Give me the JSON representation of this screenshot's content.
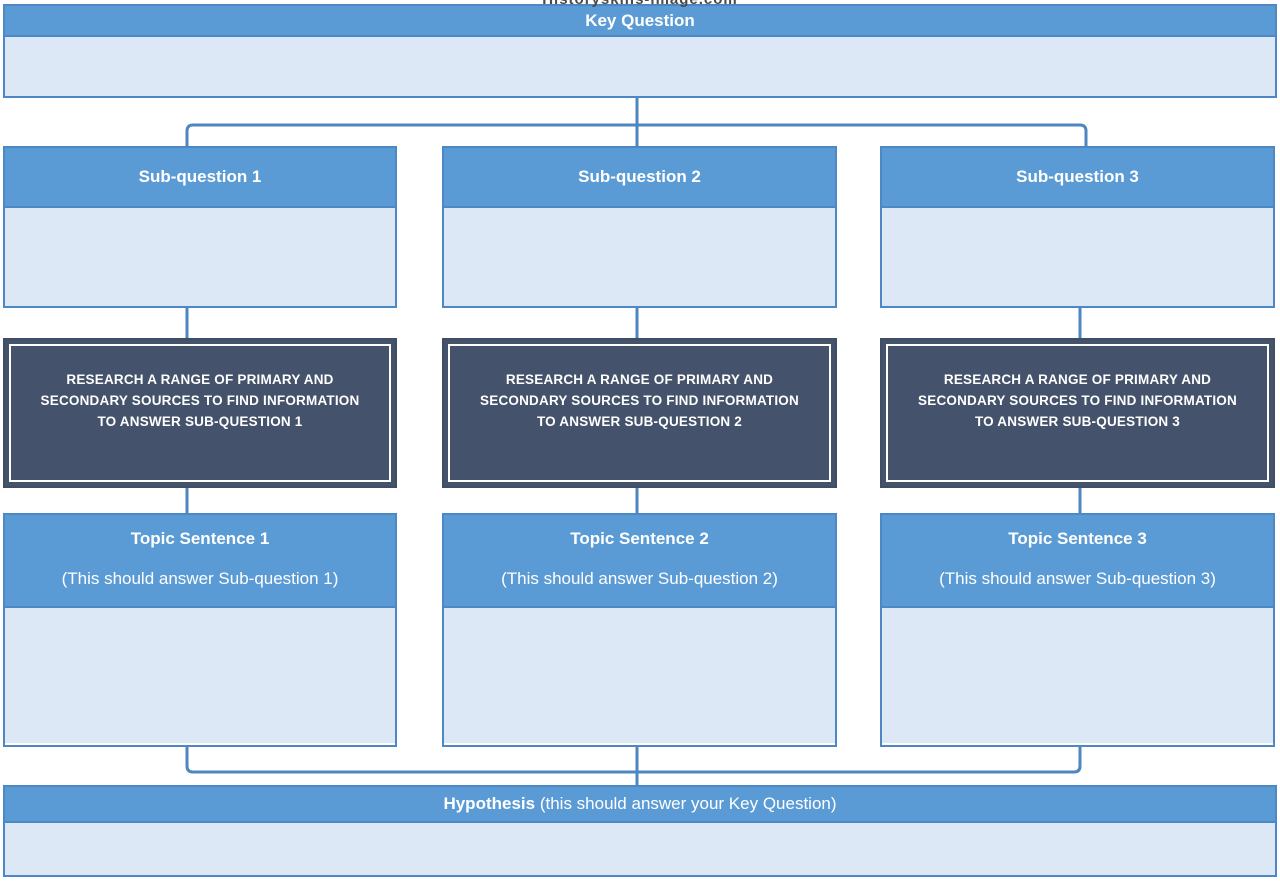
{
  "watermark": "Historyskills-image.com",
  "key_question": {
    "title": "Key Question"
  },
  "columns": [
    {
      "sub_question": "Sub-question 1",
      "research": "RESEARCH A RANGE OF PRIMARY AND SECONDARY SOURCES TO FIND INFORMATION TO ANSWER SUB-QUESTION 1",
      "topic_title": "Topic Sentence 1",
      "topic_note": "(This should answer Sub-question 1)"
    },
    {
      "sub_question": "Sub-question 2",
      "research": "RESEARCH A RANGE OF PRIMARY AND SECONDARY SOURCES TO FIND INFORMATION TO ANSWER SUB-QUESTION 2",
      "topic_title": "Topic Sentence 2",
      "topic_note": "(This should answer Sub-question 2)"
    },
    {
      "sub_question": "Sub-question 3",
      "research": "RESEARCH A RANGE OF PRIMARY AND SECONDARY SOURCES TO FIND INFORMATION TO ANSWER SUB-QUESTION 3",
      "topic_title": "Topic Sentence 3",
      "topic_note": "(This should answer Sub-question 3)"
    }
  ],
  "hypothesis": {
    "title": "Hypothesis",
    "note": "(this should answer your Key Question)"
  },
  "colors": {
    "header_blue": "#5b9bd5",
    "panel_fill": "#dce8f5",
    "panel_border": "#4d87c4",
    "dark_fill": "#44536b",
    "dark_border": "#3f4e63",
    "dark_inner_border": "#ffffff",
    "connector": "#4e86c0",
    "watermark_gray": "#4a4a4a",
    "text_on_blue": "#ffffff"
  }
}
